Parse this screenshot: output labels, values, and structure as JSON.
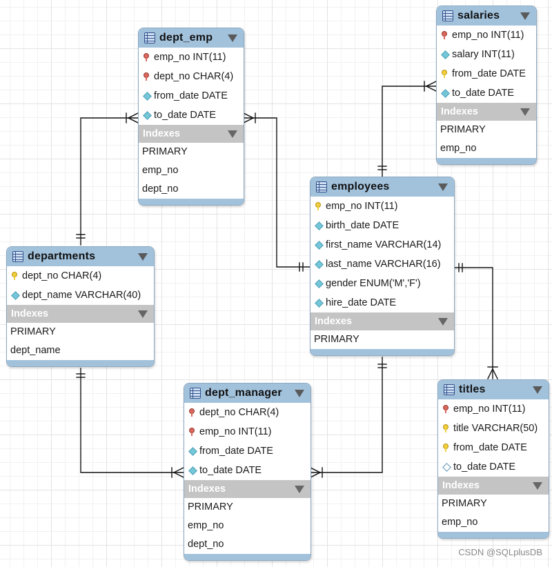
{
  "tables": {
    "dept_emp": {
      "title": "dept_emp",
      "columns": [
        {
          "text": "emp_no INT(11)",
          "icon": "foreign-key-icon"
        },
        {
          "text": "dept_no CHAR(4)",
          "icon": "foreign-key-icon"
        },
        {
          "text": "from_date DATE",
          "icon": "column-diamond-icon"
        },
        {
          "text": "to_date DATE",
          "icon": "column-diamond-icon"
        }
      ],
      "indexes_label": "Indexes",
      "indexes": [
        "PRIMARY",
        "emp_no",
        "dept_no"
      ]
    },
    "salaries": {
      "title": "salaries",
      "columns": [
        {
          "text": "emp_no INT(11)",
          "icon": "foreign-key-icon"
        },
        {
          "text": "salary INT(11)",
          "icon": "column-diamond-icon"
        },
        {
          "text": "from_date DATE",
          "icon": "primary-key-icon"
        },
        {
          "text": "to_date DATE",
          "icon": "column-diamond-icon"
        }
      ],
      "indexes_label": "Indexes",
      "indexes": [
        "PRIMARY",
        "emp_no"
      ]
    },
    "employees": {
      "title": "employees",
      "columns": [
        {
          "text": "emp_no INT(11)",
          "icon": "primary-key-icon"
        },
        {
          "text": "birth_date DATE",
          "icon": "column-diamond-icon"
        },
        {
          "text": "first_name VARCHAR(14)",
          "icon": "column-diamond-icon"
        },
        {
          "text": "last_name VARCHAR(16)",
          "icon": "column-diamond-icon"
        },
        {
          "text": "gender ENUM('M','F')",
          "icon": "column-diamond-icon"
        },
        {
          "text": "hire_date DATE",
          "icon": "column-diamond-icon"
        }
      ],
      "indexes_label": "Indexes",
      "indexes": [
        "PRIMARY"
      ]
    },
    "departments": {
      "title": "departments",
      "columns": [
        {
          "text": "dept_no CHAR(4)",
          "icon": "primary-key-icon"
        },
        {
          "text": "dept_name VARCHAR(40)",
          "icon": "column-diamond-icon"
        }
      ],
      "indexes_label": "Indexes",
      "indexes": [
        "PRIMARY",
        "dept_name"
      ]
    },
    "dept_manager": {
      "title": "dept_manager",
      "columns": [
        {
          "text": "dept_no CHAR(4)",
          "icon": "foreign-key-icon"
        },
        {
          "text": "emp_no INT(11)",
          "icon": "foreign-key-icon"
        },
        {
          "text": "from_date DATE",
          "icon": "column-diamond-icon"
        },
        {
          "text": "to_date DATE",
          "icon": "column-diamond-icon"
        }
      ],
      "indexes_label": "Indexes",
      "indexes": [
        "PRIMARY",
        "emp_no",
        "dept_no"
      ]
    },
    "titles": {
      "title": "titles",
      "columns": [
        {
          "text": "emp_no INT(11)",
          "icon": "foreign-key-icon"
        },
        {
          "text": "title VARCHAR(50)",
          "icon": "primary-key-icon"
        },
        {
          "text": "from_date DATE",
          "icon": "primary-key-icon"
        },
        {
          "text": "to_date DATE",
          "icon": "column-diamond-outline-icon"
        }
      ],
      "indexes_label": "Indexes",
      "indexes": [
        "PRIMARY",
        "emp_no"
      ]
    }
  },
  "relationships": [
    {
      "from": "departments",
      "to": "dept_emp",
      "cardinality": "one-to-many"
    },
    {
      "from": "employees",
      "to": "dept_emp",
      "cardinality": "one-to-many"
    },
    {
      "from": "employees",
      "to": "salaries",
      "cardinality": "one-to-many"
    },
    {
      "from": "employees",
      "to": "titles",
      "cardinality": "one-to-many"
    },
    {
      "from": "departments",
      "to": "dept_manager",
      "cardinality": "one-to-many"
    },
    {
      "from": "employees",
      "to": "dept_manager",
      "cardinality": "one-to-many"
    }
  ],
  "colors": {
    "header": "#a2c2dc",
    "indexes_header": "#c4c4c4",
    "line": "#111111"
  },
  "watermark": "CSDN @SQLplusDB"
}
